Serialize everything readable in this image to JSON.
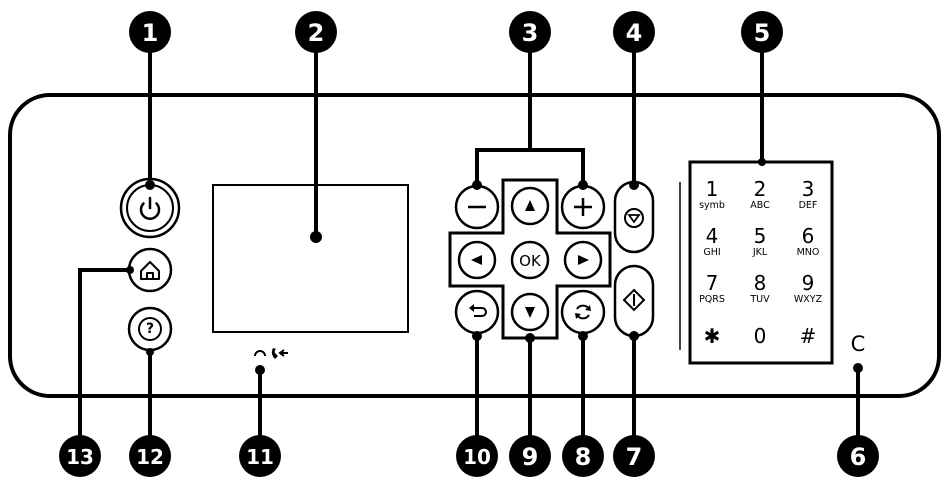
{
  "callouts": [
    "1",
    "2",
    "3",
    "4",
    "5",
    "6",
    "7",
    "8",
    "9",
    "10",
    "11",
    "12",
    "13"
  ],
  "buttons": {
    "ok_label": "OK",
    "minus_symbol": "−",
    "plus_symbol": "+"
  },
  "keypad": {
    "keys": [
      {
        "digit": "1",
        "letters": "symb"
      },
      {
        "digit": "2",
        "letters": "ABC"
      },
      {
        "digit": "3",
        "letters": "DEF"
      },
      {
        "digit": "4",
        "letters": "GHI"
      },
      {
        "digit": "5",
        "letters": "JKL"
      },
      {
        "digit": "6",
        "letters": "MNO"
      },
      {
        "digit": "7",
        "letters": "PQRS"
      },
      {
        "digit": "8",
        "letters": "TUV"
      },
      {
        "digit": "9",
        "letters": "WXYZ"
      },
      {
        "digit": "✱",
        "letters": ""
      },
      {
        "digit": "0",
        "letters": ""
      },
      {
        "digit": "#",
        "letters": ""
      }
    ],
    "clear_label": "C"
  },
  "icons": {
    "power": "power-icon",
    "home": "home-icon",
    "help": "help-icon",
    "stop": "stop-icon",
    "start": "start-icon",
    "back": "back-icon",
    "reset": "reset-icon",
    "fax_status": "fax-status-icon"
  },
  "colors": {
    "ink": "#000000",
    "paper": "#ffffff"
  }
}
